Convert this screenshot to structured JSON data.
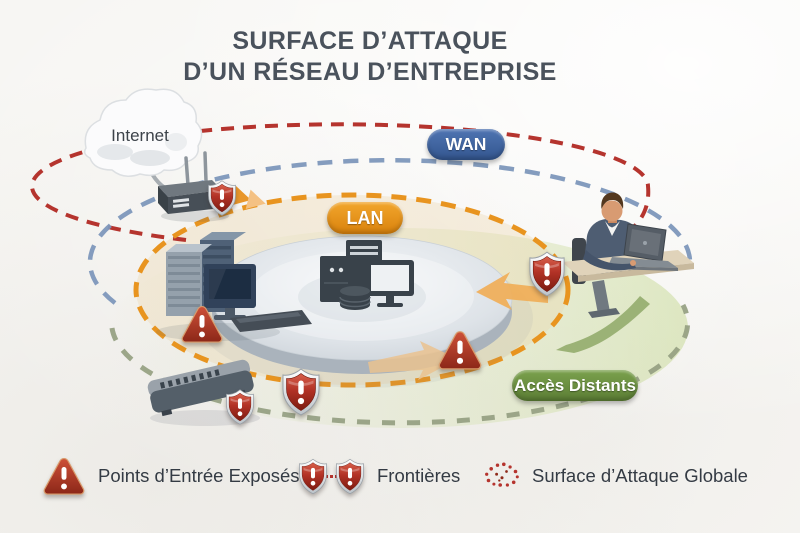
{
  "title": {
    "line1": "SURFACE D’ATTAQUE",
    "line2": "D’UN RÉSEAU D’ENTREPRISE"
  },
  "network": {
    "internet_label": "Internet",
    "zones": [
      {
        "id": "wan",
        "label": "WAN",
        "badge_color": "#3c5f9e",
        "dash_color": "#7d97ba"
      },
      {
        "id": "lan",
        "label": "LAN",
        "badge_color": "#e8941f",
        "dash_color": "#e8941f"
      },
      {
        "id": "remote_access",
        "label": "Accès Distants",
        "badge_color": "#6d8f42",
        "dash_color": "#97a184"
      }
    ],
    "global_attack_surface_dash_color": "#b5342e"
  },
  "legend": {
    "items": [
      {
        "icon": "warning-triangle-icon",
        "label": "Points d’Entrée Exposés"
      },
      {
        "icon": "shield-pair-icon",
        "label": "Frontières"
      },
      {
        "icon": "dotted-cloud-icon",
        "label": "Surface d’Attaque Globale"
      }
    ]
  },
  "colors": {
    "background": "#f7f6f3",
    "title_text": "#4a525c",
    "legend_text": "#343b44",
    "alert_red": "#b23226",
    "platform_gray": "#d8dde2"
  }
}
